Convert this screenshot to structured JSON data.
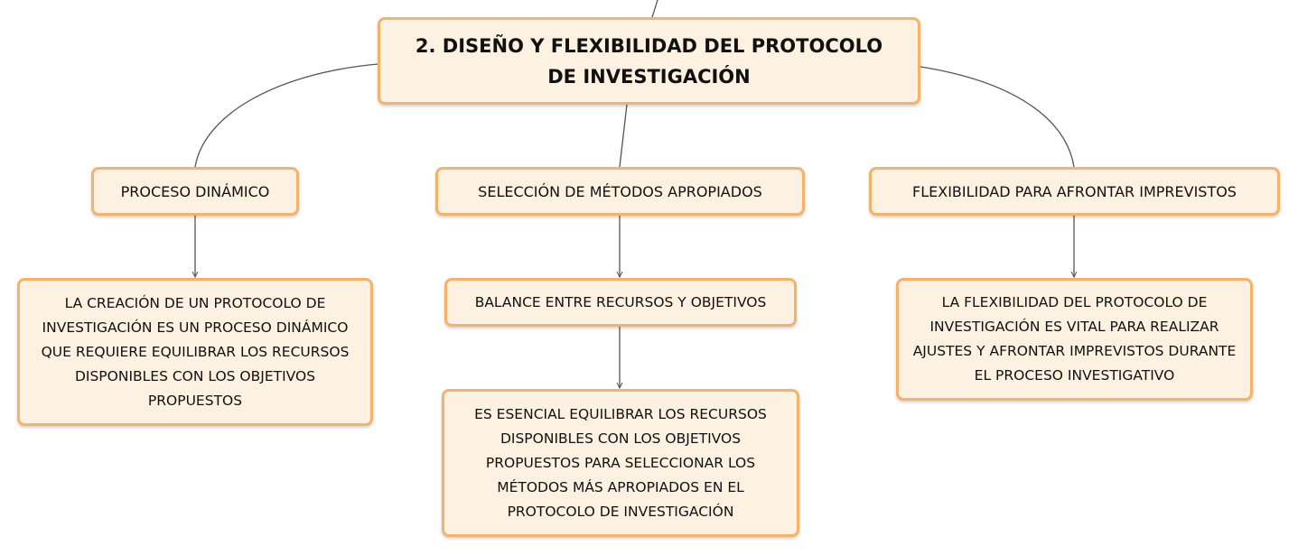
{
  "root": {
    "title": "2. DISEÑO Y FLEXIBILIDAD DEL PROTOCOLO DE INVESTIGACIÓN"
  },
  "branches": [
    {
      "label": "PROCESO DINÁMICO",
      "children": [
        "LA CREACIÓN DE UN PROTOCOLO DE INVESTIGACIÓN ES UN PROCESO DINÁMICO QUE REQUIERE EQUILIBRAR LOS RECURSOS DISPONIBLES CON LOS OBJETIVOS PROPUESTOS"
      ]
    },
    {
      "label": "SELECCIÓN DE MÉTODOS APROPIADOS",
      "children": [
        "BALANCE ENTRE RECURSOS Y OBJETIVOS",
        "ES ESENCIAL EQUILIBRAR LOS RECURSOS DISPONIBLES CON LOS OBJETIVOS PROPUESTOS PARA SELECCIONAR LOS MÉTODOS MÁS APROPIADOS EN EL PROTOCOLO DE INVESTIGACIÓN"
      ]
    },
    {
      "label": "FLEXIBILIDAD PARA AFRONTAR IMPREVISTOS",
      "children": [
        "LA FLEXIBILIDAD DEL PROTOCOLO DE INVESTIGACIÓN ES VITAL PARA REALIZAR AJUSTES Y AFRONTAR IMPREVISTOS DURANTE EL PROCESO INVESTIGATIVO"
      ]
    }
  ],
  "colors": {
    "node_fill": "#fdf1e2",
    "node_border": "#f5b26b",
    "connector": "#555555"
  }
}
